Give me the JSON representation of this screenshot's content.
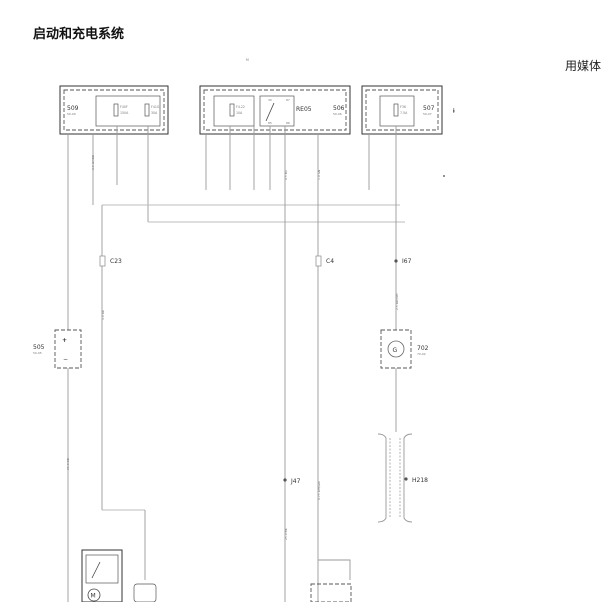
{
  "title": "启动和充电系统",
  "side_note": "用媒体",
  "top_label": "M",
  "fuse_boxes": [
    {
      "id": "509",
      "sub": "50-09",
      "fuses": [
        {
          "id": "F40F",
          "rating": "150A"
        },
        {
          "id": "F41G",
          "rating": "30A"
        }
      ]
    },
    {
      "id": "506",
      "sub": "50-06",
      "fuses": [
        {
          "id": "F4.22",
          "rating": "10A"
        }
      ],
      "relay": "RE05",
      "relay_pins": [
        "30",
        "87",
        "85",
        "86"
      ]
    },
    {
      "id": "507",
      "sub": "50-07",
      "fuses": [
        {
          "id": "F36",
          "rating": "7.5A"
        }
      ]
    }
  ],
  "connectors": [
    "C23",
    "C4",
    "I67"
  ],
  "battery": {
    "id": "505",
    "sub": "50-05",
    "plus": "+",
    "minus": "−"
  },
  "generator": {
    "id": "702",
    "sub": "70-02",
    "symbol": "G"
  },
  "harness": {
    "id": "H218"
  },
  "junction": {
    "id": "J47"
  },
  "motor": {
    "symbol": "M"
  },
  "wire_labels": {
    "w1": "0.5 GY/RD",
    "w2": "25.0 RD",
    "w3": "4.0 RD",
    "w4": "0.5 BU",
    "w5": "1.0 GN",
    "w6": "2.5 RD/WH",
    "w7": "0.75 WH/GN",
    "w8": "25.0 BK"
  }
}
